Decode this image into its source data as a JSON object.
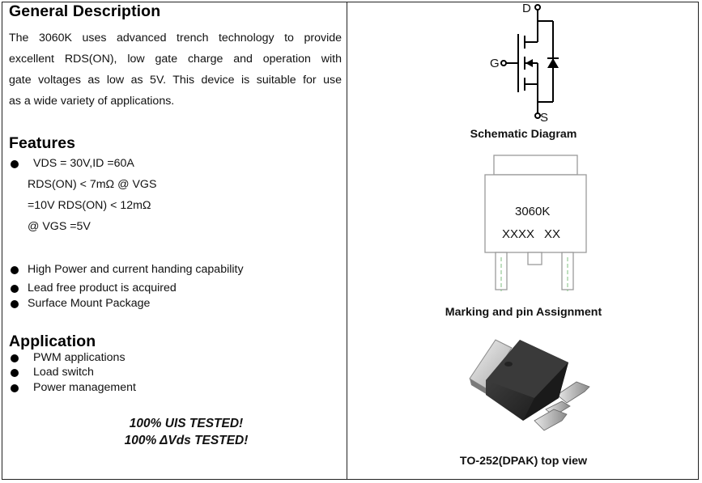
{
  "general": {
    "title": "General Description",
    "lines": [
      "The 3060K uses advanced trench technology to provide",
      "excellent RDS(ON), low gate charge and operation with",
      "gate voltages as low as 5V. This   device is suitable for use",
      "as a wide variety of applications."
    ]
  },
  "features": {
    "title": "Features",
    "spec_lines": [
      "VDS = 30V,ID =60A",
      "RDS(ON)   < 7mΩ @ VGS",
      "=10V RDS(ON)   < 12mΩ",
      "@ VGS =5V"
    ],
    "items": [
      "High Power and current handing capability",
      "Lead free product is acquired",
      "Surface Mount Package"
    ]
  },
  "application": {
    "title": "Application",
    "items": [
      "PWM applications",
      "Load switch",
      "Power management"
    ]
  },
  "tested": [
    "100% UIS TESTED!",
    "100% ΔVds TESTED!"
  ],
  "schematic": {
    "caption": "Schematic Diagram",
    "pin_d": "D",
    "pin_g": "G",
    "pin_s": "S"
  },
  "marking": {
    "caption": "Marking and pin Assignment",
    "part": "3060K",
    "code1": "XXXX",
    "code2": "XX"
  },
  "package": {
    "caption": "TO-252(DPAK) top view"
  }
}
